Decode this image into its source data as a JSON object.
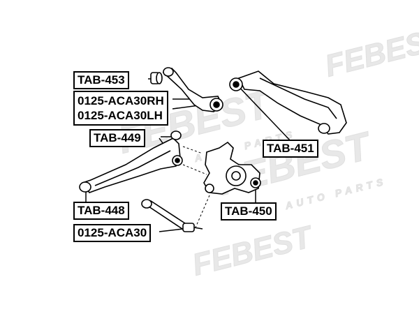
{
  "labels": {
    "tab_453": "TAB-453",
    "aca30_rh": "0125-ACA30RH",
    "aca30_lh": "0125-ACA30LH",
    "tab_449": "TAB-449",
    "tab_451": "TAB-451",
    "tab_448": "TAB-448",
    "tab_450": "TAB-450",
    "aca30": "0125-ACA30"
  },
  "watermark": {
    "brand": "FEBEST",
    "tagline": "AUTO PARTS"
  },
  "colors": {
    "line": "#000000",
    "watermark": "#e9e9e9"
  }
}
